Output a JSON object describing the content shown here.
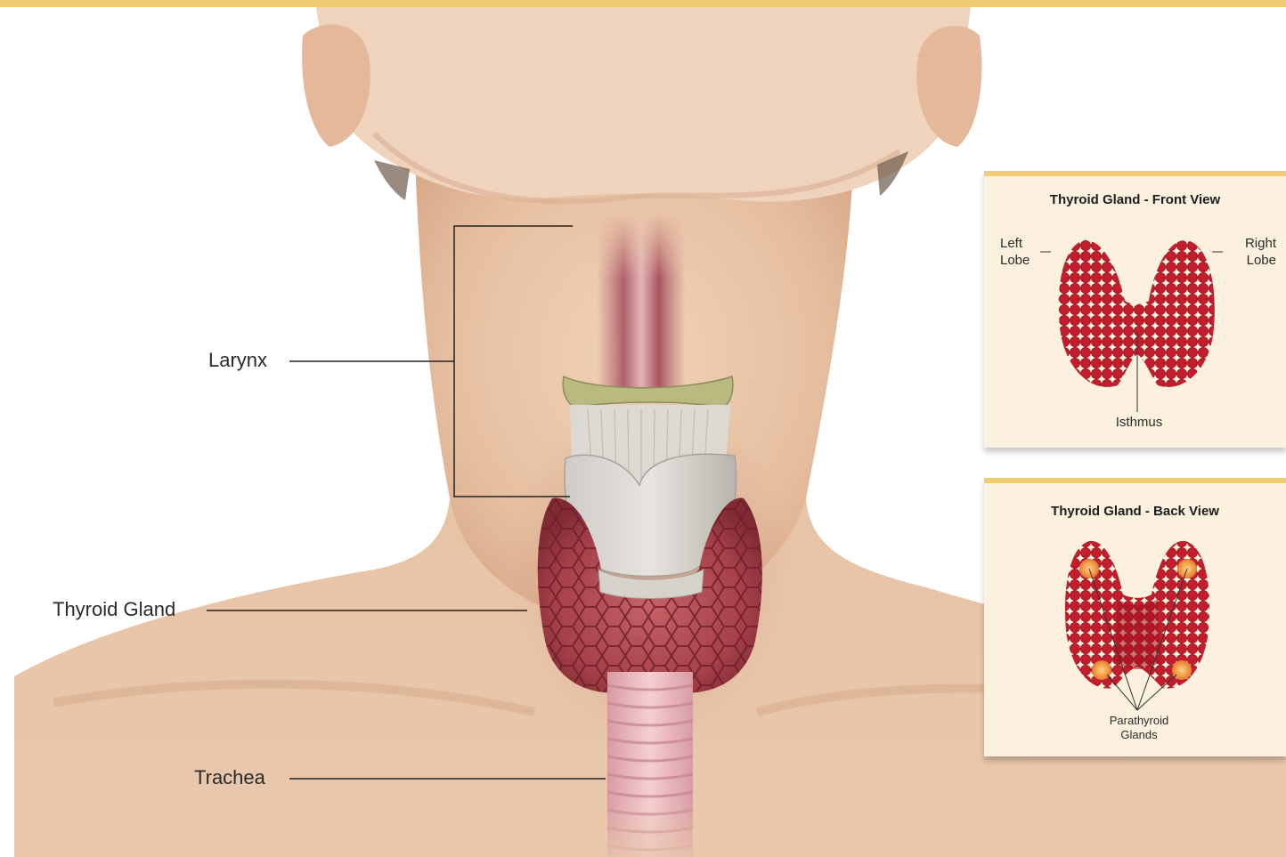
{
  "main_labels": {
    "larynx": "Larynx",
    "thyroid_gland": "Thyroid Gland",
    "trachea": "Trachea"
  },
  "front_panel": {
    "title": "Thyroid Gland - Front View",
    "left_lobe": [
      "Left",
      "Lobe"
    ],
    "right_lobe": [
      "Right",
      "Lobe"
    ],
    "isthmus": "Isthmus"
  },
  "back_panel": {
    "title": "Thyroid Gland - Back View",
    "parathyroid": [
      "Parathyroid",
      "Glands"
    ]
  },
  "colors": {
    "accent_bar": "#f2cc74",
    "panel_bg": "#fbf1de",
    "thyroid_red": "#c41e2e",
    "parathyroid_orange": "#f4a04a"
  }
}
